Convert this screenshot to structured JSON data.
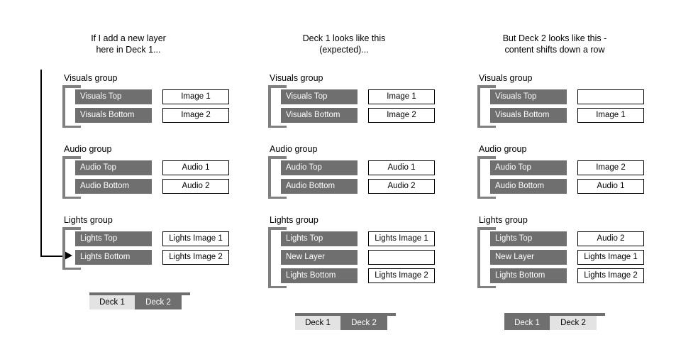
{
  "panels": [
    {
      "id": "panel-1",
      "caption": "If I add a new layer\nhere in Deck 1...",
      "groups": [
        {
          "label": "Visuals group",
          "rows": [
            {
              "layer": "Visuals Top",
              "content": "Image 1"
            },
            {
              "layer": "Visuals Bottom",
              "content": "Image 2"
            }
          ]
        },
        {
          "label": "Audio group",
          "rows": [
            {
              "layer": "Audio Top",
              "content": "Audio 1"
            },
            {
              "layer": "Audio Bottom",
              "content": "Audio 2"
            }
          ]
        },
        {
          "label": "Lights group",
          "rows": [
            {
              "layer": "Lights Top",
              "content": "Lights Image 1"
            },
            {
              "layer": "Lights Bottom",
              "content": "Lights Image 2"
            }
          ]
        }
      ],
      "decks": {
        "first": "Deck 1",
        "second": "Deck 2",
        "active": "first"
      }
    },
    {
      "id": "panel-2",
      "caption": "Deck 1 looks like this\n(expected)...",
      "groups": [
        {
          "label": "Visuals group",
          "rows": [
            {
              "layer": "Visuals Top",
              "content": "Image 1"
            },
            {
              "layer": "Visuals Bottom",
              "content": "Image 2"
            }
          ]
        },
        {
          "label": "Audio group",
          "rows": [
            {
              "layer": "Audio Top",
              "content": "Audio 1"
            },
            {
              "layer": "Audio Bottom",
              "content": "Audio 2"
            }
          ]
        },
        {
          "label": "Lights group",
          "rows": [
            {
              "layer": "Lights Top",
              "content": "Lights Image 1"
            },
            {
              "layer": "New Layer",
              "content": ""
            },
            {
              "layer": "Lights Bottom",
              "content": "Lights Image 2"
            }
          ]
        }
      ],
      "decks": {
        "first": "Deck 1",
        "second": "Deck 2",
        "active": "first"
      }
    },
    {
      "id": "panel-3",
      "caption": "But Deck 2 looks like this -\ncontent shifts down a row",
      "groups": [
        {
          "label": "Visuals group",
          "rows": [
            {
              "layer": "Visuals Top",
              "content": ""
            },
            {
              "layer": "Visuals Bottom",
              "content": "Image 1"
            }
          ]
        },
        {
          "label": "Audio group",
          "rows": [
            {
              "layer": "Audio Top",
              "content": "Image 2"
            },
            {
              "layer": "Audio Bottom",
              "content": "Audio 1"
            }
          ]
        },
        {
          "label": "Lights group",
          "rows": [
            {
              "layer": "Lights Top",
              "content": "Audio 2"
            },
            {
              "layer": "New Layer",
              "content": "Lights Image 1"
            },
            {
              "layer": "Lights Bottom",
              "content": "Lights Image 2"
            }
          ]
        }
      ],
      "decks": {
        "first": "Deck 1",
        "second": "Deck 2",
        "active": "second"
      }
    }
  ],
  "colors": {
    "layer_chip": "#6f6f6f",
    "bracket": "#808080",
    "active_tab": "#e3e3e3",
    "content_border": "#000000",
    "background": "#ffffff"
  },
  "annotation": {
    "pointer_icon": "arrow-right-icon",
    "target_group": "Lights group",
    "target_panel": "panel-1"
  }
}
